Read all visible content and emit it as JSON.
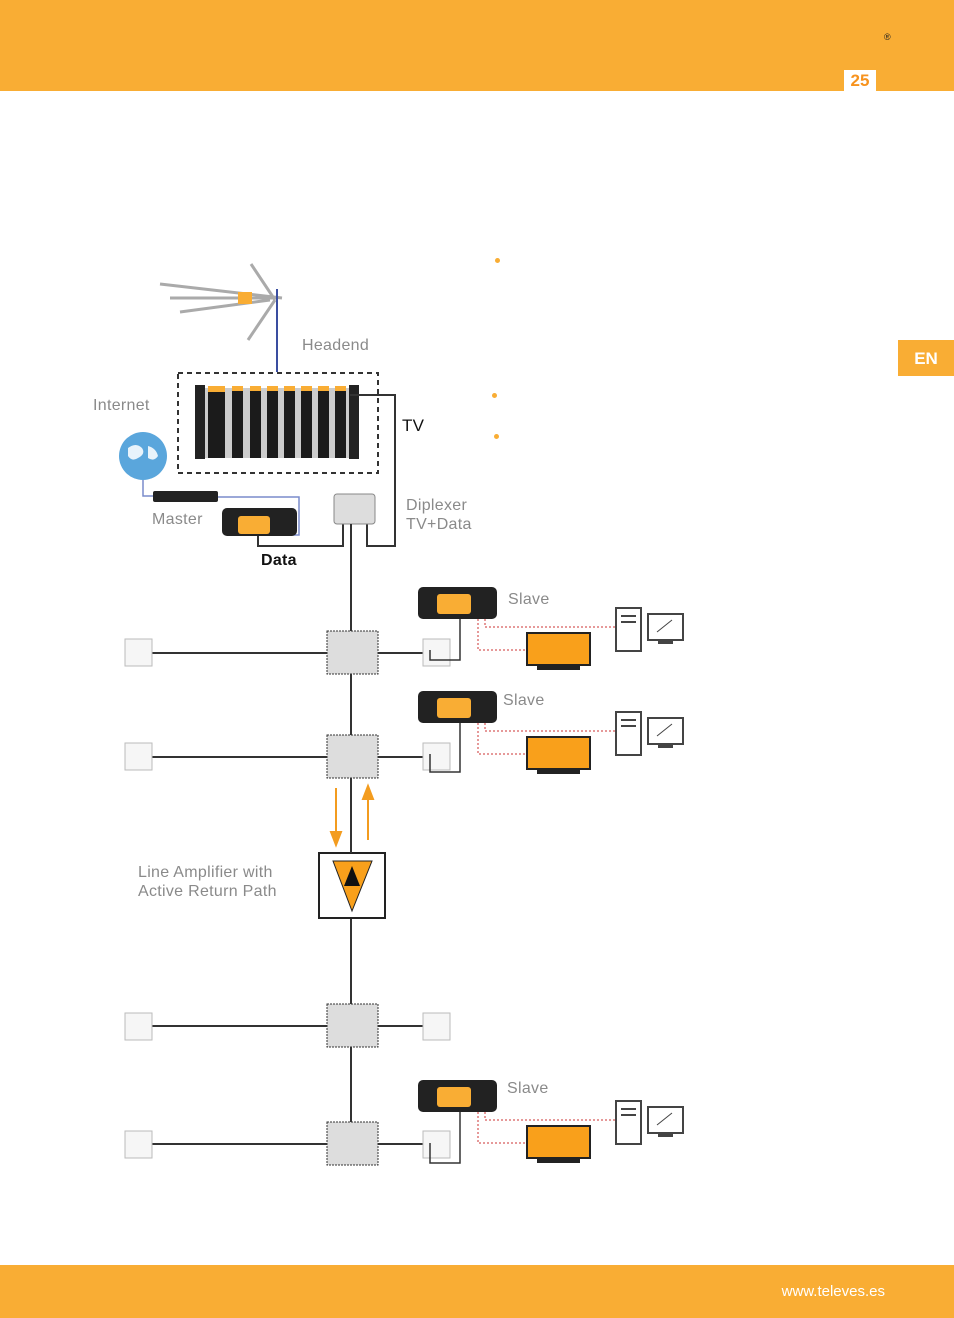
{
  "header": {
    "registered_mark": "®",
    "page_number": "25"
  },
  "language_tab": "EN",
  "diagram": {
    "labels": {
      "headend": "Headend",
      "internet": "Internet",
      "tv": "TV",
      "master": "Master",
      "data": "Data",
      "diplexer_line1": "Diplexer",
      "diplexer_line2": "TV+Data",
      "slave": "Slave",
      "amplifier_line1": "Line Amplifier with",
      "amplifier_line2": "Active Return Path"
    },
    "slaves": [
      "Slave",
      "Slave",
      "Slave"
    ]
  },
  "colors": {
    "brand_orange": "#F9AD34",
    "page_number_text": "#F7931E"
  },
  "footer": {
    "url": "www.televes.es"
  }
}
